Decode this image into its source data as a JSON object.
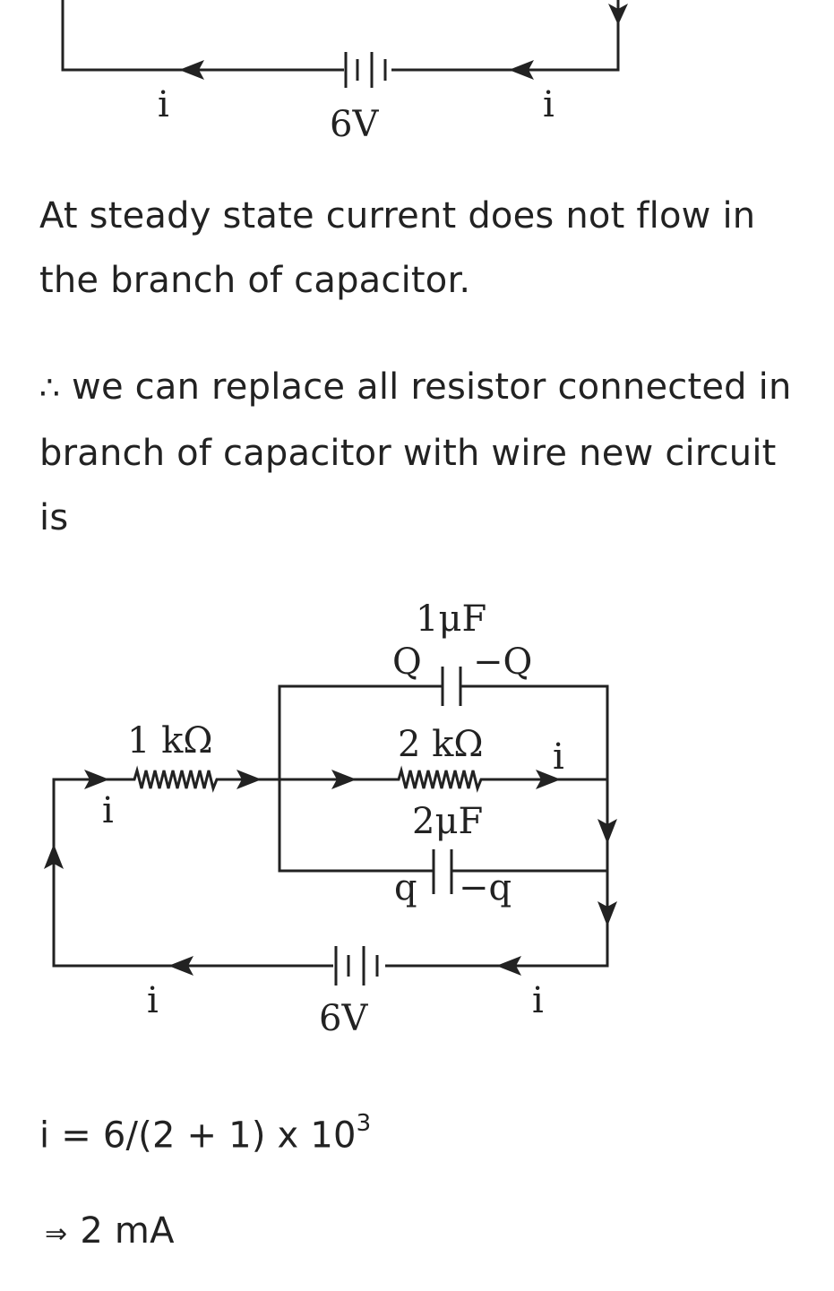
{
  "top_diagram": {
    "current_left": "i",
    "current_right": "i",
    "battery_label": "6V"
  },
  "paragraph_1": {
    "line_1": "At steady state current does not flow in",
    "line_2": "the branch of capacitor."
  },
  "paragraph_2": {
    "symbol": "∴",
    "line_1": "we can replace all resistor connected in",
    "line_2": "branch of capacitor with wire new circuit",
    "line_3": "is"
  },
  "circuit": {
    "cap_top_label": "1μF",
    "cap_top_left_charge": "Q",
    "cap_top_right_charge": "−Q",
    "resistor_1_label": "1 kΩ",
    "resistor_2_label": "2 kΩ",
    "cap_bottom_label": "2μF",
    "cap_bottom_left_charge": "q",
    "cap_bottom_right_charge": "−q",
    "current_left": "i",
    "current_mid_right": "i",
    "current_bottom_left": "i",
    "current_bottom_right": "i",
    "battery_label": "6V"
  },
  "equation_1": {
    "text": "i = 6/(2 + 1) x 10",
    "exponent": "3"
  },
  "equation_2": {
    "symbol": "⇒",
    "text": "2 mA"
  }
}
